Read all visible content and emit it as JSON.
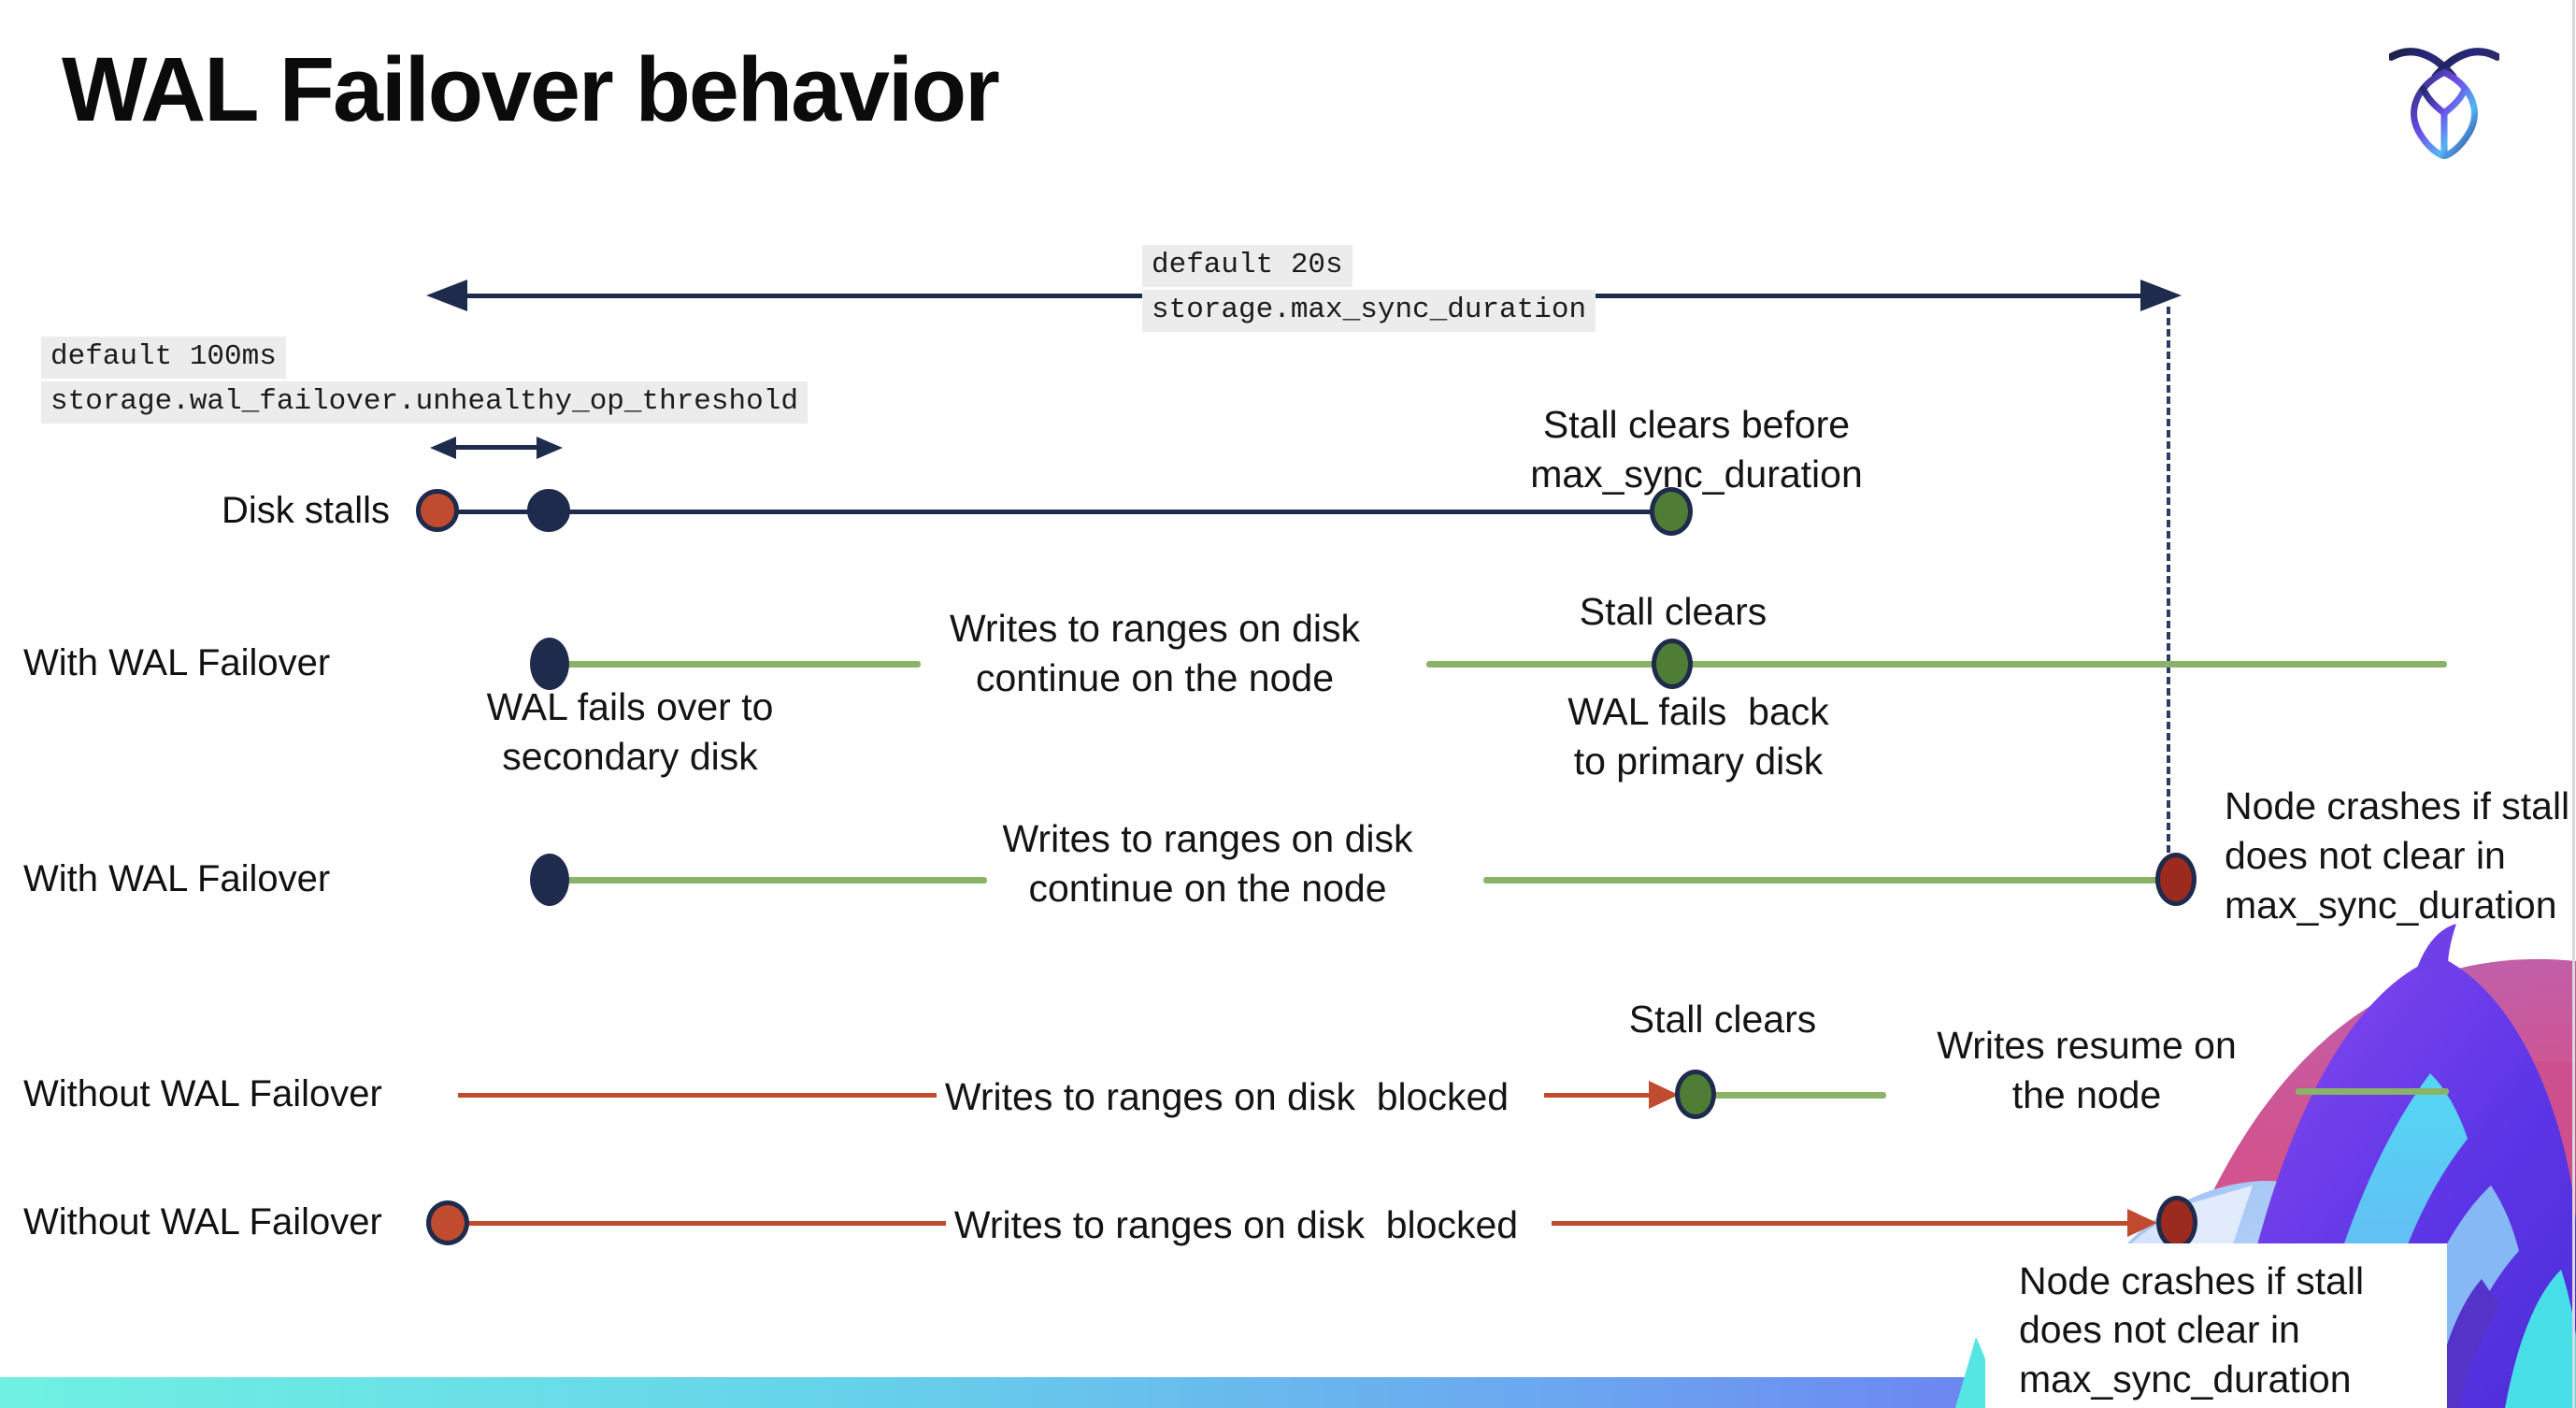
{
  "title": "WAL Failover behavior",
  "colors": {
    "navy": "#1f2b4d",
    "red": "#c04b2e",
    "dark_red": "#9d2a1e",
    "green_line": "#8ab369",
    "green_dot": "#4f7d35",
    "code_background": "#ececec",
    "footer_gradient": [
      "#6ff1e2",
      "#66d3ea",
      "#6ba4f0",
      "#5b4be0"
    ],
    "dashed_marker": "#2c3b63"
  },
  "config_labels": {
    "max_sync_duration": {
      "default_value": "default 20s",
      "setting": "storage.max_sync_duration"
    },
    "unhealthy_op_threshold": {
      "default_value": "default 100ms",
      "setting": "storage.wal_failover.unhealthy_op_threshold"
    }
  },
  "rows": {
    "disk_stalls": {
      "label": "Disk stalls"
    },
    "with_failover_1": {
      "label": "With WAL Failover"
    },
    "with_failover_2": {
      "label": "With WAL Failover"
    },
    "without_failover_1": {
      "label": "Without WAL Failover"
    },
    "without_failover_2": {
      "label": "Without WAL Failover"
    }
  },
  "annotations": {
    "stall_clears_before": {
      "line1": "Stall clears before",
      "line2": "max_sync_duration"
    },
    "writes_continue_1": {
      "line1": "Writes to ranges on disk",
      "line2": "continue on the node"
    },
    "writes_continue_2": {
      "line1": "Writes to ranges on disk",
      "line2": "continue on the node"
    },
    "stall_clears_mid": "Stall clears",
    "wal_fails_over": {
      "line1": "WAL fails over to",
      "line2": "secondary disk"
    },
    "wal_fails_back": {
      "line1": "WAL fails  back",
      "line2": "to primary disk"
    },
    "node_crashes_top": {
      "line1": "Node crashes if stall",
      "line2": "does not clear in",
      "line3": "max_sync_duration"
    },
    "writes_blocked_1": "Writes to ranges on disk  blocked",
    "stall_clears_bottom": "Stall clears",
    "writes_resume": {
      "line1": "Writes resume on",
      "line2": "the node"
    },
    "writes_blocked_2": "Writes to ranges on disk  blocked",
    "node_crashes_bottom": {
      "line1": "Node crashes if stall",
      "line2": "does not clear in",
      "line3": "max_sync_duration"
    }
  }
}
